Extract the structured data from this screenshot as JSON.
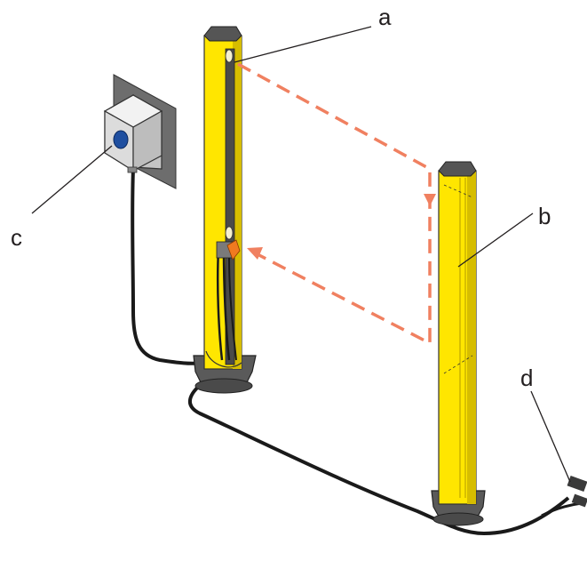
{
  "labels": {
    "a": "a",
    "b": "b",
    "c": "c",
    "d": "d"
  },
  "colors": {
    "column_yellow": "#ffe600",
    "column_shadow": "#c9b000",
    "column_dark": "#4a4a4a",
    "beam_orange": "#f08060",
    "box_gray": "#d9d9d9",
    "button_blue": "#1f4fa0",
    "connector_orange": "#f07a20",
    "cable_black": "#1a1a1a",
    "base_gray": "#555555"
  }
}
